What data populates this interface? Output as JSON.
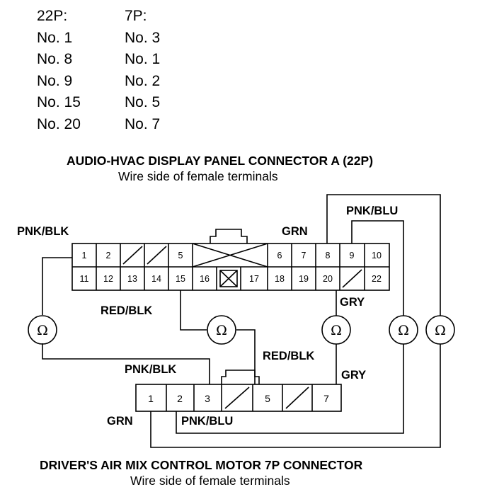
{
  "pin_table": {
    "header": [
      "22P:",
      "7P:"
    ],
    "rows": [
      [
        "No. 1",
        "No. 3"
      ],
      [
        "No. 8",
        "No. 1"
      ],
      [
        "No. 9",
        "No. 2"
      ],
      [
        "No. 15",
        "No. 5"
      ],
      [
        "No. 20",
        "No. 7"
      ]
    ]
  },
  "connector_a": {
    "title": "AUDIO-HVAC DISPLAY PANEL CONNECTOR A (22P)",
    "subtitle": "Wire side of female terminals",
    "top_row": [
      "1",
      "2",
      "",
      "",
      "5",
      "",
      "6",
      "7",
      "8",
      "9",
      "10"
    ],
    "bottom_row": [
      "11",
      "12",
      "13",
      "14",
      "15",
      "16",
      "",
      "17",
      "18",
      "19",
      "20",
      "",
      "22"
    ]
  },
  "connector_b": {
    "title": "DRIVER'S AIR MIX CONTROL MOTOR 7P CONNECTOR",
    "subtitle": "Wire side of female terminals",
    "cells": [
      "1",
      "2",
      "3",
      "",
      "5",
      "",
      "7"
    ]
  },
  "wire_labels": {
    "pnk_blk_top": "PNK/BLK",
    "grn_top": "GRN",
    "pnk_blu_top": "PNK/BLU",
    "red_blk_top": "RED/BLK",
    "gry_top": "GRY",
    "red_blk_bottom": "RED/BLK",
    "pnk_blk_bottom": "PNK/BLK",
    "gry_bottom": "GRY",
    "grn_bottom": "GRN",
    "pnk_blu_bottom": "PNK/BLU"
  },
  "ohm_symbol": "Ω"
}
